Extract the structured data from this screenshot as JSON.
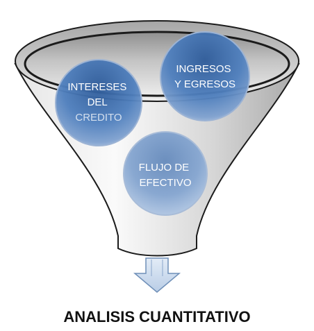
{
  "bubbles": [
    {
      "lines": [
        "INTERESES",
        "DEL",
        "CREDITO"
      ]
    },
    {
      "lines": [
        "INGRESOS",
        "Y EGRESOS"
      ]
    },
    {
      "lines": [
        "FLUJO DE",
        "EFECTIVO"
      ]
    }
  ],
  "caption": "ANALISIS CUANTITATIVO",
  "colors": {
    "funnel_light": "#f4f4f4",
    "funnel_mid": "#cfcfcf",
    "funnel_dark": "#9b9b9b",
    "funnel_outline": "#1b1b1b",
    "bubble_dark": "#3c6aa6",
    "bubble_mid": "#5a87c0",
    "bubble_light": "#9ab6d8",
    "arrow_fill": "#cddcef",
    "arrow_stroke": "#6f8fb8"
  }
}
